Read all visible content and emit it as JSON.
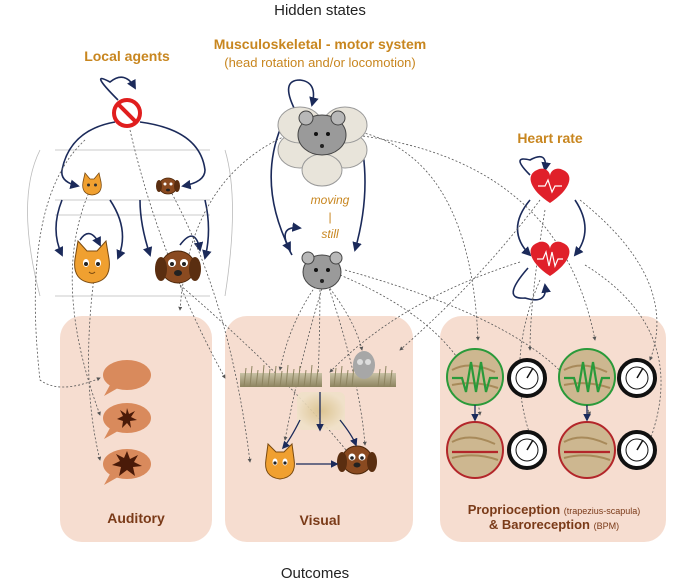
{
  "header": {
    "title": "Hidden states"
  },
  "footer": {
    "title": "Outcomes"
  },
  "local_agents": {
    "title": "Local agents"
  },
  "motor": {
    "title": "Musculoskeletal - motor system",
    "subtitle": "(head rotation and/or locomotion)",
    "state_moving": "moving",
    "state_sep": "|",
    "state_still": "still"
  },
  "heart": {
    "title": "Heart rate"
  },
  "panels": {
    "auditory": {
      "title": "Auditory"
    },
    "visual": {
      "title": "Visual"
    },
    "proprio": {
      "line1": "Proprioception",
      "line1_small": "(trapezius-scapula)",
      "line2": "& Baroreception",
      "line2_small": "(BPM)"
    }
  },
  "colors": {
    "panel_fill": "#f6ddd0",
    "accent_orange": "#c8861f",
    "arrow_navy": "#1b2a5a",
    "arrow_gray": "#666666",
    "heart_red": "#e0202a",
    "bubble": "#d98a5c",
    "ecg_green": "#2a9a3a",
    "ecg_red": "#b3262a"
  },
  "icons": [
    "no-entry-icon",
    "cat-icon",
    "dog-icon",
    "mouse-icon",
    "heart-icon",
    "speech-bubble-icon",
    "grass-icon",
    "owl-icon",
    "gauge-icon",
    "muscle-image"
  ]
}
